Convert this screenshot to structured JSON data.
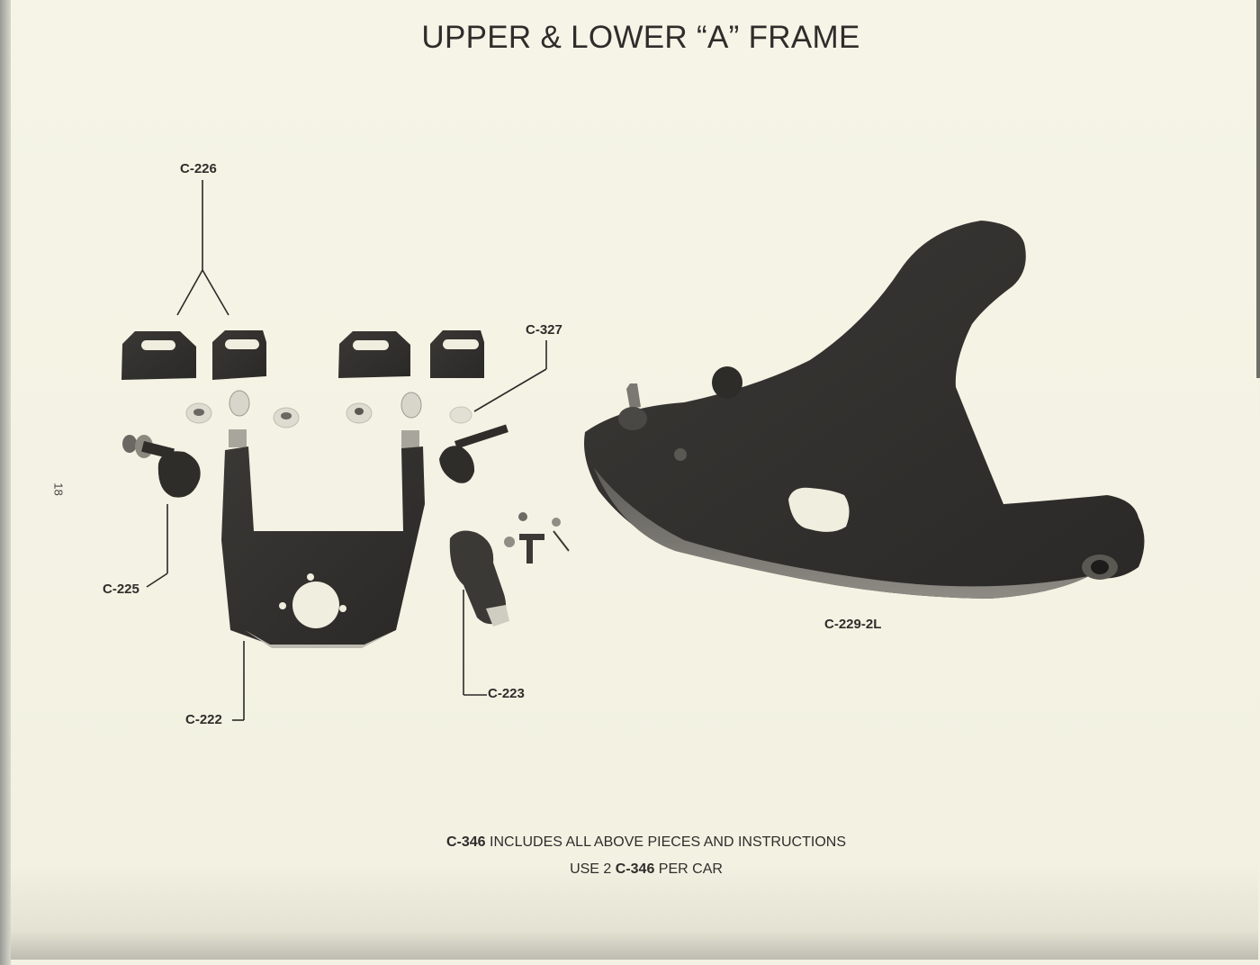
{
  "page": {
    "title": "UPPER & LOWER “A” FRAME",
    "page_number": "18",
    "background_color": "#f3f1e2"
  },
  "callouts": [
    {
      "id": "c226",
      "label": "C-226",
      "part": "mounting shim plates (x2 pointed)"
    },
    {
      "id": "c327",
      "label": "C-327",
      "part": "bushing washer"
    },
    {
      "id": "c225",
      "label": "C-225",
      "part": "cam bolt with eccentric"
    },
    {
      "id": "c222",
      "label": "C-222",
      "part": "upper A-frame"
    },
    {
      "id": "c223",
      "label": "C-223",
      "part": "ball joint with hardware"
    },
    {
      "id": "c229",
      "label": "C-229-2L",
      "part": "lower A-frame"
    }
  ],
  "footer": {
    "line1_part": "C-346",
    "line1_text": " INCLUDES ALL ABOVE PIECES AND INSTRUCTIONS",
    "line2_prefix": "USE 2 ",
    "line2_part": "C-346",
    "line2_suffix": " PER CAR"
  }
}
